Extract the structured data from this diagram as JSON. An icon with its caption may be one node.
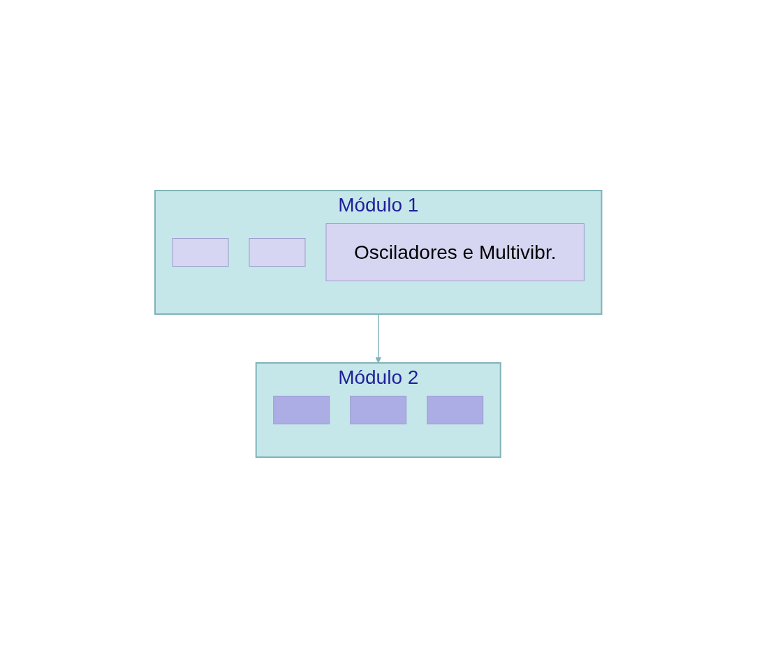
{
  "diagram": {
    "nodes": [
      {
        "text": [
          "Módulo 1"
        ]
      },
      {
        "text": [],
        "shape": "box",
        "in": 0
      },
      {
        "text": [],
        "shape": "box",
        "in": 0
      },
      {
        "text": [
          "Osciladores e Multivibr."
        ],
        "in": 0
      },
      {
        "text": [
          "Módulo 2"
        ]
      },
      {
        "text": [],
        "shape": "box",
        "in": 4
      },
      {
        "text": [],
        "shape": "box",
        "in": 4
      },
      {
        "text": [],
        "shape": "box",
        "in": 4
      }
    ],
    "edges": [
      {
        "from": 0,
        "to": 4,
        "arrow": "to"
      }
    ]
  }
}
